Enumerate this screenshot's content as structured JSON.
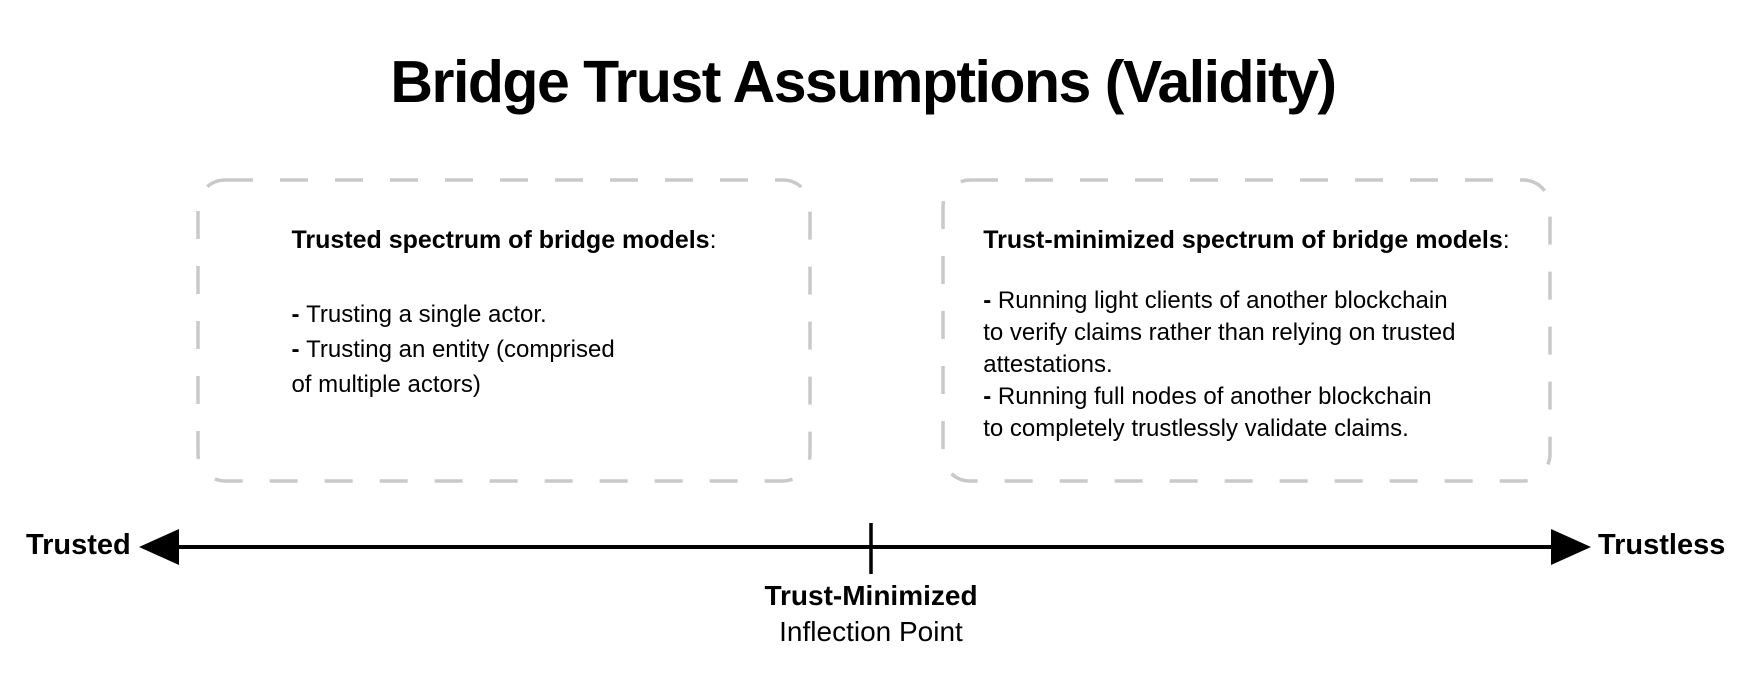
{
  "title": "Bridge Trust Assumptions (Validity)",
  "colors": {
    "background": "#ffffff",
    "text": "#000000",
    "box_border": "#c9c9c9",
    "axis": "#000000"
  },
  "boxes": {
    "left": {
      "heading": "Trusted spectrum of bridge models",
      "colon": ":",
      "lines": [
        {
          "dash": true,
          "text": "Trusting a single actor."
        },
        {
          "dash": true,
          "text": "Trusting an entity (comprised"
        },
        {
          "dash": false,
          "text": "of multiple actors)"
        }
      ]
    },
    "right": {
      "heading": "Trust-minimized spectrum of bridge models",
      "colon": ":",
      "lines": [
        {
          "dash": true,
          "text": "Running light clients of another blockchain"
        },
        {
          "dash": false,
          "text": "to verify claims rather than relying on trusted"
        },
        {
          "dash": false,
          "text": "attestations."
        },
        {
          "dash": true,
          "text": "Running full nodes of another blockchain"
        },
        {
          "dash": false,
          "text": "to completely trustlessly validate claims."
        }
      ]
    }
  },
  "axis": {
    "left_label": "Trusted",
    "right_label": "Trustless",
    "midpoint_label_bold": "Trust-Minimized",
    "midpoint_label_regular": "Inflection Point",
    "icons": {
      "left_arrowhead": "left-arrowhead",
      "right_arrowhead": "right-arrowhead",
      "midpoint_tick": "vertical-tick"
    }
  }
}
